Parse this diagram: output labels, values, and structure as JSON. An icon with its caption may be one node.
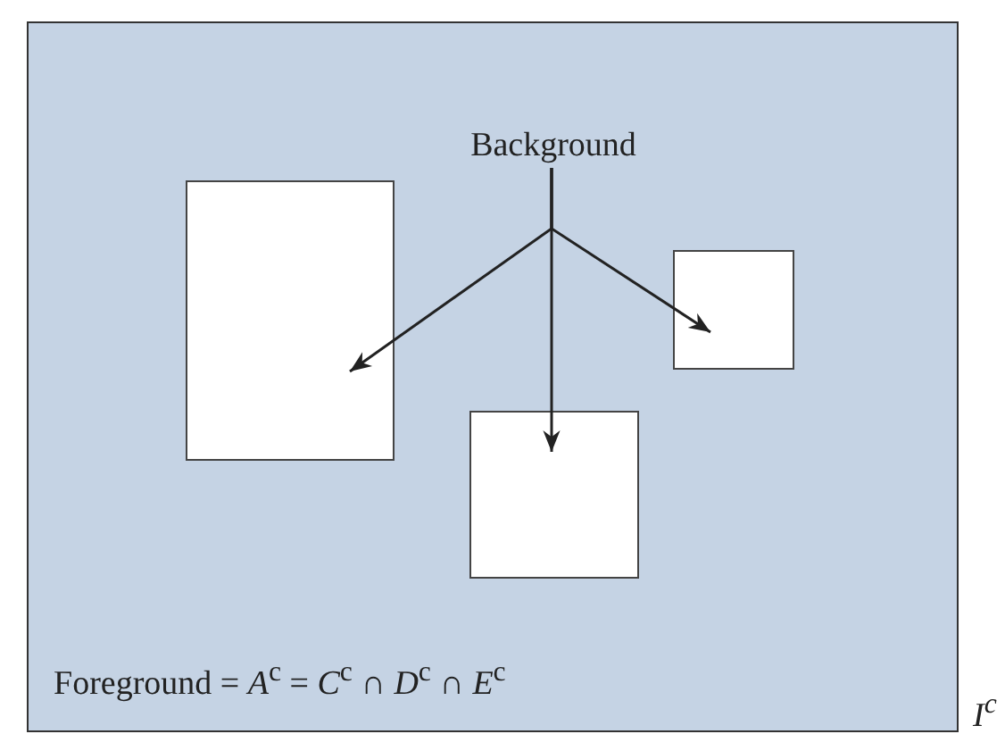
{
  "diagram": {
    "nodes": [
      {
        "text": [],
        "shape": "box"
      },
      {
        "text": [
          "Background"
        ],
        "in": 0
      },
      {
        "text": [],
        "shape": "box",
        "in": 0
      },
      {
        "text": [],
        "shape": "box",
        "in": 0
      },
      {
        "text": [],
        "shape": "box",
        "in": 0
      }
    ],
    "edges": [
      {
        "from": 1,
        "to": 2,
        "arrow": "to"
      },
      {
        "from": 1,
        "to": 3,
        "arrow": "to"
      },
      {
        "from": 1,
        "to": 4,
        "arrow": "to"
      }
    ],
    "labels": [
      "Foreground = *A*$^{c}$ = *C*$^{c}$ ∩ *D*$^{c}$ ∩ *E*$^{c}$",
      "*I*$^{c}$"
    ]
  }
}
